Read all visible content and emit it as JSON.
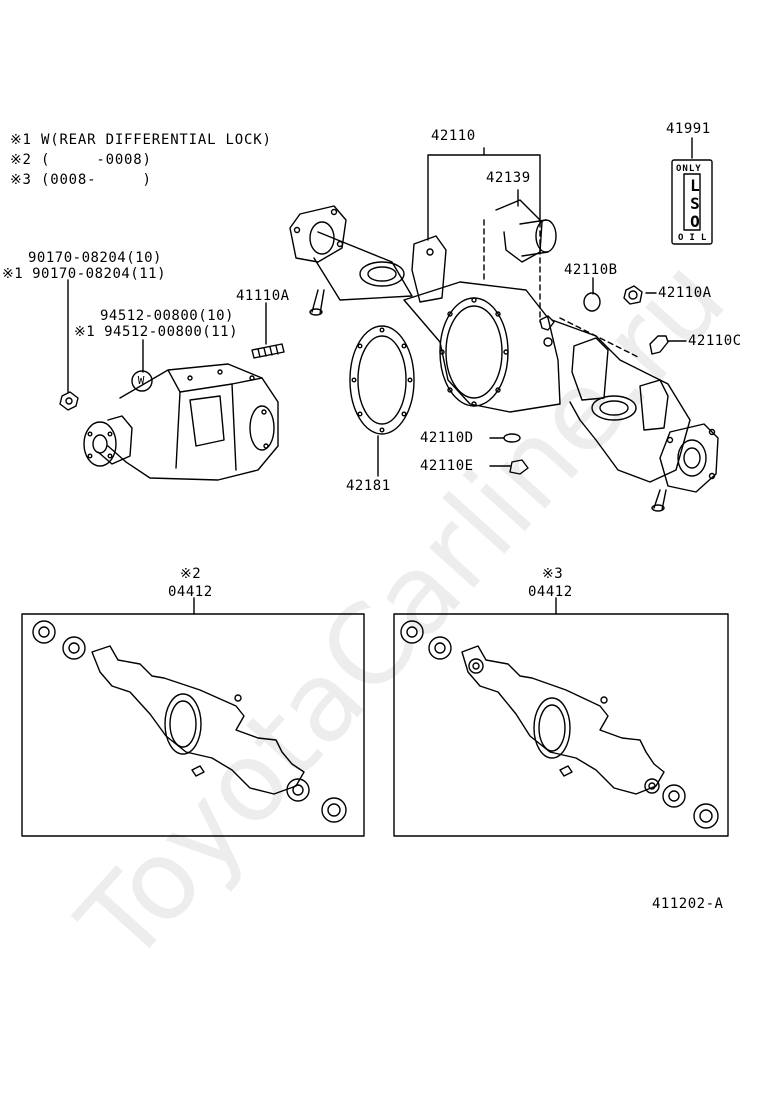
{
  "notes": {
    "line1": "※1 W(REAR DIFFERENTIAL LOCK)",
    "line2": "※2 (     -0008)",
    "line3": "※3 (0008-     )"
  },
  "parts": {
    "p42110": "42110",
    "p42139": "42139",
    "p41991": "41991",
    "p42110B": "42110B",
    "p42110A_right": "42110A",
    "p42110C": "42110C",
    "p41110A": "41110A",
    "p90170_a": "90170-08204(10)",
    "p90170_b": "※1 90170-08204(11)",
    "p94512_a": "94512-00800(10)",
    "p94512_b": "※1 94512-00800(11)",
    "p42110D": "42110D",
    "p42110E": "42110E",
    "p42181": "42181",
    "kit_left_note": "※2",
    "kit_left": "04412",
    "kit_right_note": "※3",
    "kit_right": "04412",
    "diagram_code": "411202-A"
  },
  "lso_label": {
    "top": "ONLY",
    "middle": "LSO",
    "bottom": "OIL"
  },
  "washer_letter": "W",
  "watermark": "ToyotaCarline.ru"
}
